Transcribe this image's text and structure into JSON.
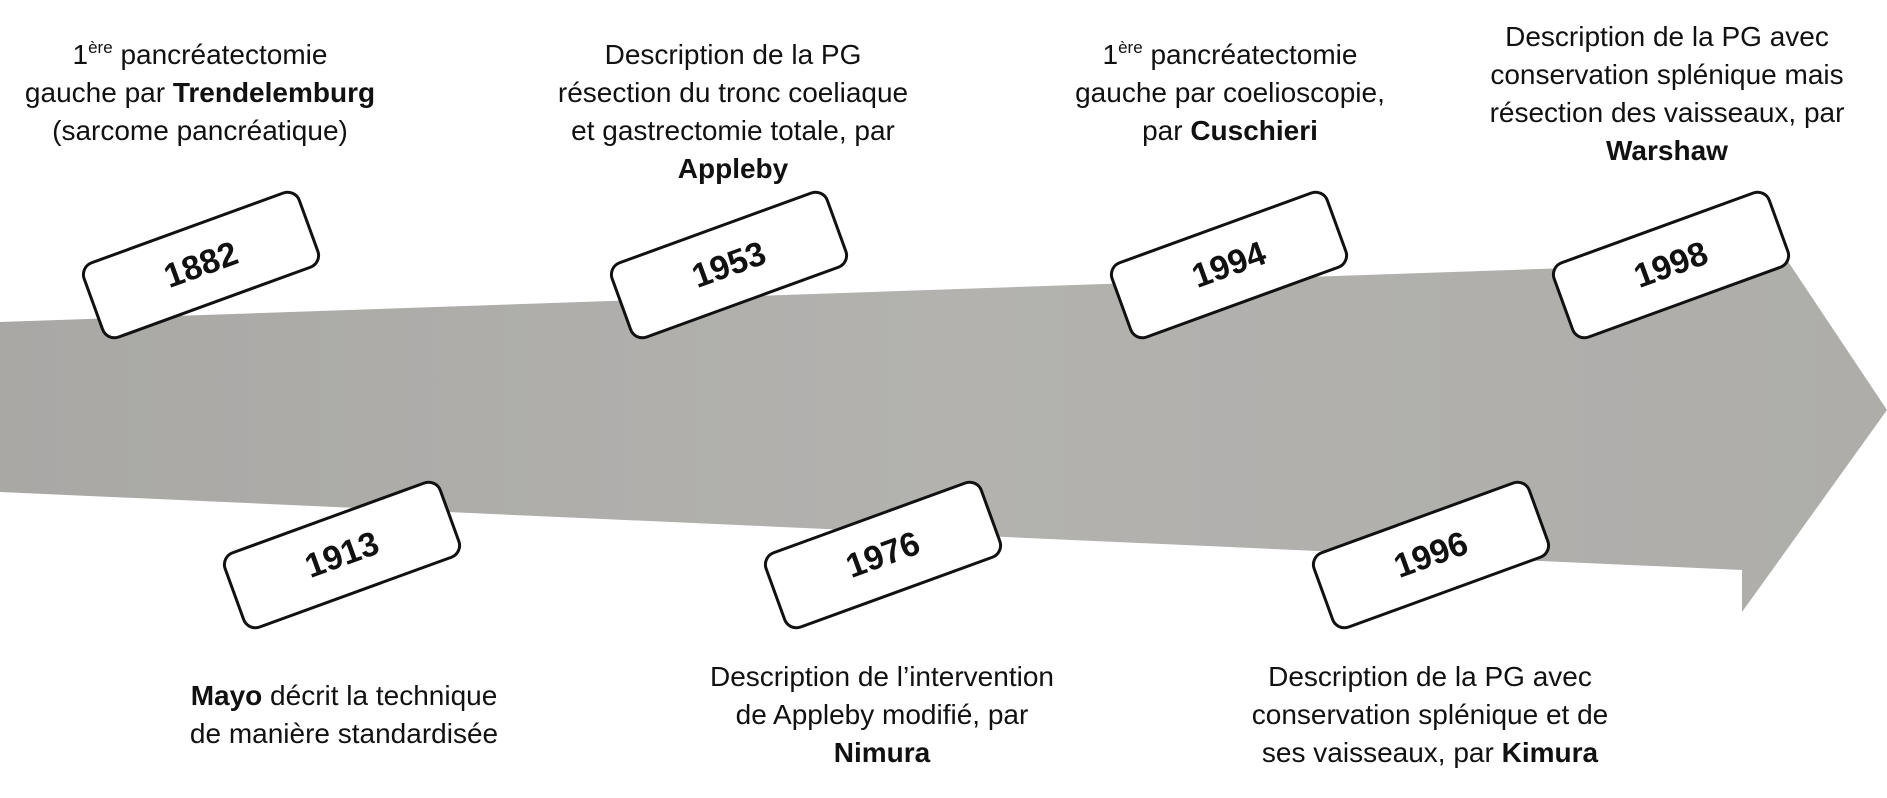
{
  "colors": {
    "arrow_fill": "#b1b0ad",
    "box_border": "#111111",
    "text": "#111111"
  },
  "events": [
    {
      "id": "1882",
      "year": "1882",
      "caption": {
        "l1_pre": "1",
        "l1_sup": "ère",
        "l1_post": " pancréatectomie",
        "l2_pre": "gauche par ",
        "l2_bold": "Trendelemburg",
        "l3": "(sarcome pancréatique)"
      }
    },
    {
      "id": "1913",
      "year": "1913",
      "caption": {
        "l1_bold": "Mayo",
        "l1_post": " décrit la technique",
        "l2": "de manière standardisée"
      }
    },
    {
      "id": "1953",
      "year": "1953",
      "caption": {
        "l1": "Description de la PG",
        "l2": "résection du tronc coeliaque",
        "l3": "et gastrectomie totale, par",
        "l4_bold": "Appleby"
      }
    },
    {
      "id": "1976",
      "year": "1976",
      "caption": {
        "l1": "Description de l’intervention",
        "l2": "de Appleby modifié, par",
        "l3_bold": "Nimura"
      }
    },
    {
      "id": "1994",
      "year": "1994",
      "caption": {
        "l1_pre": "1",
        "l1_sup": "ère",
        "l1_post": " pancréatectomie",
        "l2": "gauche par coelioscopie,",
        "l3_pre": "par ",
        "l3_bold": "Cuschieri"
      }
    },
    {
      "id": "1996",
      "year": "1996",
      "caption": {
        "l1": "Description de la PG avec",
        "l2": "conservation splénique et de",
        "l3_pre": "ses vaisseaux, par ",
        "l3_bold": "Kimura"
      }
    },
    {
      "id": "1998",
      "year": "1998",
      "caption": {
        "l1": "Description de la PG avec",
        "l2": "conservation splénique mais",
        "l3": "résection des vaisseaux, par",
        "l4_bold": "Warshaw"
      }
    }
  ]
}
